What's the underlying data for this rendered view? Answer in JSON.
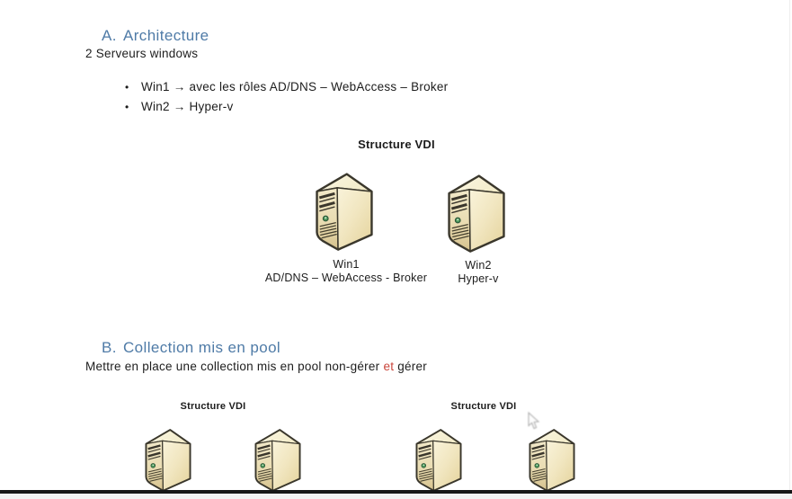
{
  "section_a": {
    "heading_letter": "A.",
    "heading_title": "Architecture",
    "body": "2 Serveurs windows",
    "bullet_marker": "•",
    "bullets": [
      "Win1 → avec les rôles AD/DNS – WebAccess – Broker",
      "Win2 → Hyper-v"
    ]
  },
  "diagram_a": {
    "title": "Structure VDI",
    "servers": [
      {
        "name": "Win1",
        "roles": "AD/DNS – WebAccess - Broker"
      },
      {
        "name": "Win2",
        "roles": "Hyper-v"
      }
    ]
  },
  "section_b": {
    "heading_letter": "B.",
    "heading_title": "Collection mis en pool",
    "body_before": "Mettre en place une collection mis en pool non-gérer ",
    "body_highlight": "et",
    "body_after": " gérer"
  },
  "diagram_b": {
    "groups": [
      {
        "title": "Structure VDI"
      },
      {
        "title": "Structure VDI"
      }
    ]
  },
  "colors": {
    "heading_blue": "#4f7ba7",
    "highlight_red": "#c9443a",
    "server_front": "#eee4c0",
    "server_front_dark": "#d8c592",
    "server_side": "#f8f2d7",
    "server_side_dark": "#e7d7a4",
    "server_top": "#fbf6e2",
    "server_outline": "#3a372c",
    "led_green": "#4d9a5c",
    "bottom_bar": "#161616"
  },
  "icons": {
    "server": "server-tower-icon",
    "cursor": "mouse-cursor-icon",
    "bullet": "bullet-dot-icon"
  }
}
